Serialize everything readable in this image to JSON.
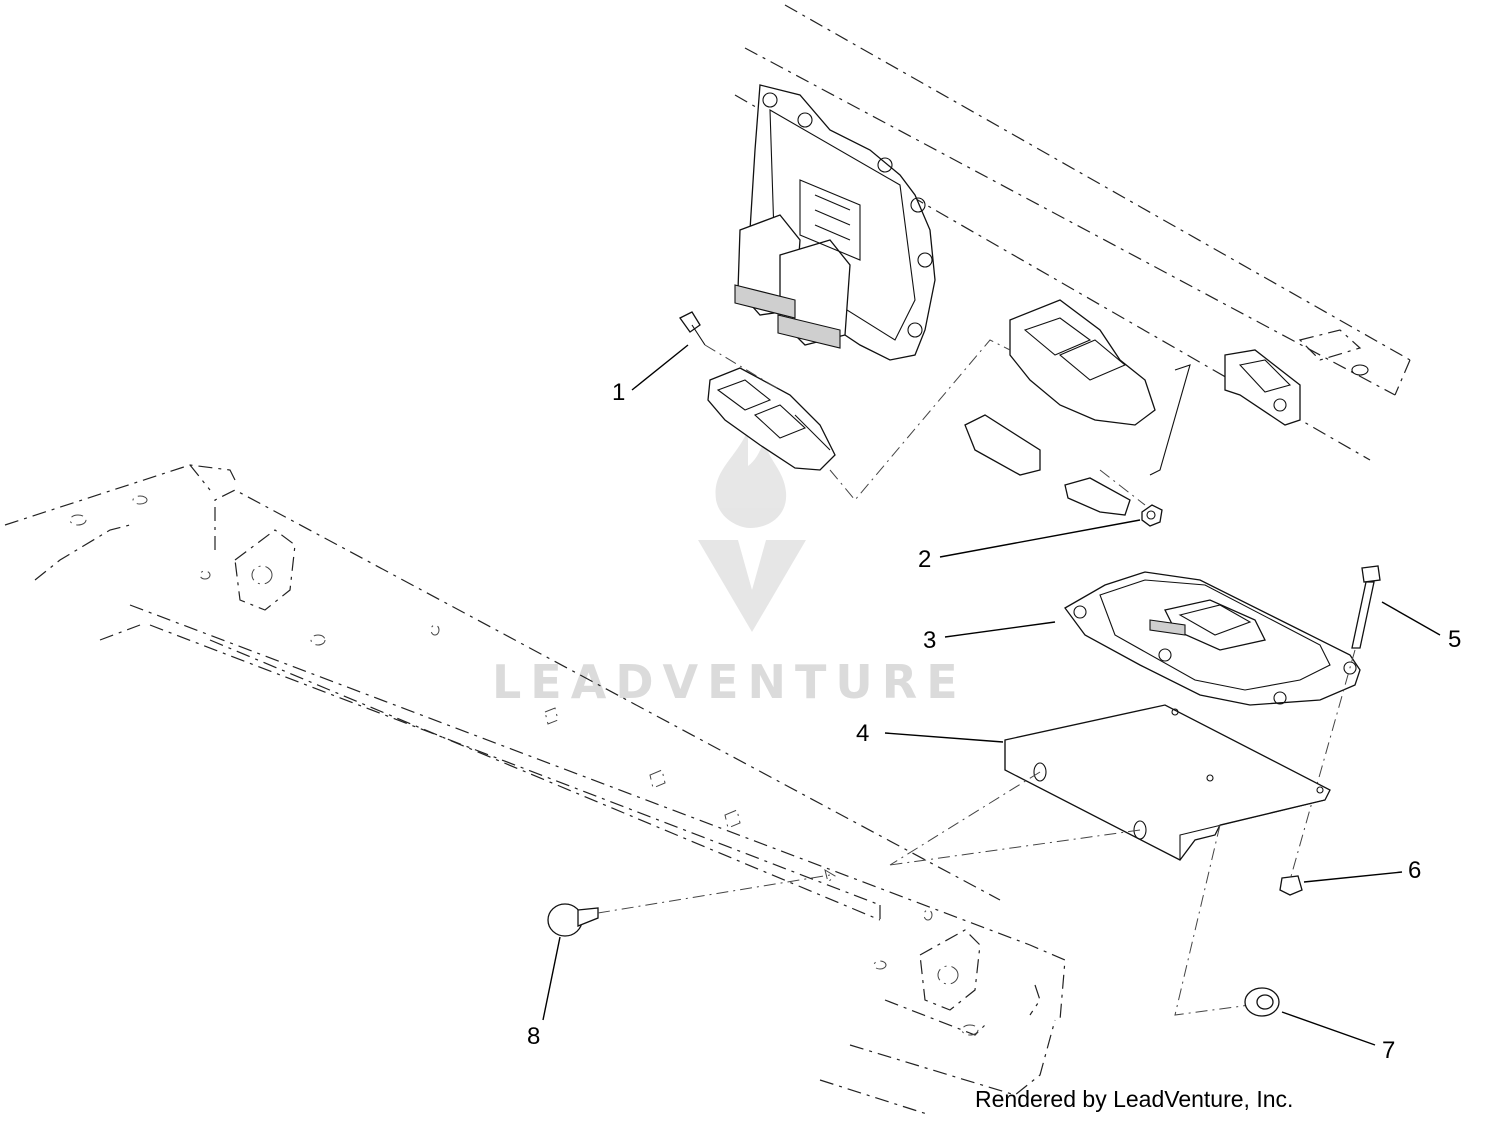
{
  "diagram": {
    "callouts": [
      {
        "id": "1",
        "label": "1"
      },
      {
        "id": "2",
        "label": "2"
      },
      {
        "id": "3",
        "label": "3"
      },
      {
        "id": "4",
        "label": "4"
      },
      {
        "id": "5",
        "label": "5"
      },
      {
        "id": "6",
        "label": "6"
      },
      {
        "id": "7",
        "label": "7"
      },
      {
        "id": "8",
        "label": "8"
      }
    ],
    "watermark": {
      "text": "LEADVENTURE"
    },
    "credit": "Rendered by LeadVenture, Inc."
  }
}
